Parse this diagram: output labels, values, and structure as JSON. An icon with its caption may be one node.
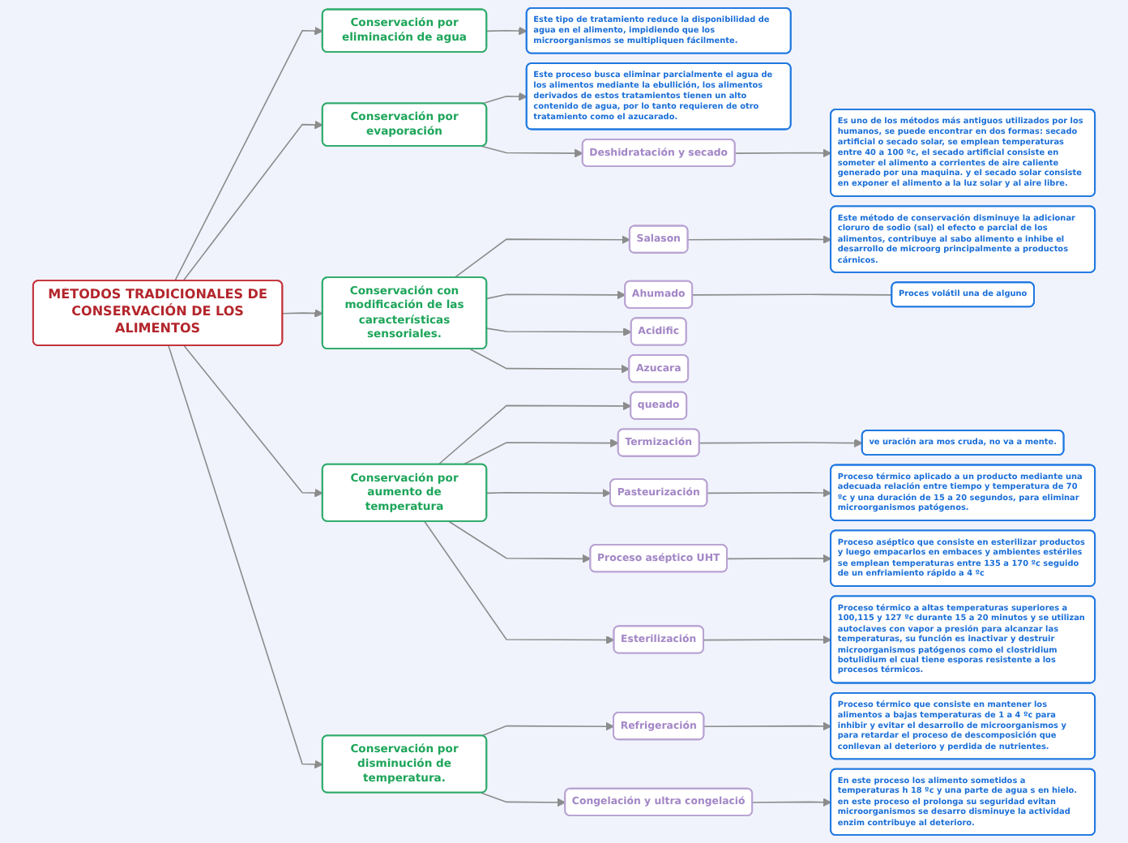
{
  "diagram": {
    "nodes": [
      {
        "text": [
          "MÉTODOS TRADICIONALES DE CONSERVACIÓN DE LOS ALIMENTOS"
        ]
      },
      {
        "text": [
          "Conservación por eliminación de agua"
        ]
      },
      {
        "text": [
          "Este tipo de tratamiento reduce la disponibilidad de agua en el alimento, impidiendo que los microorganismos se multipliquen fácilmente."
        ]
      },
      {
        "text": [
          "Conservación por evaporación"
        ]
      },
      {
        "text": [
          "Este proceso busca eliminar parcialmente el agua de los alimentos mediante la ebullición, los alimentos derivados de estos tratamientos tienen un alto contenido de agua, por lo tanto requieren de otro tratamiento como el azucarado."
        ]
      },
      {
        "text": [
          "Deshidratación y secado"
        ]
      },
      {
        "text": [
          "Es uno de los métodos más antiguos utilizados por los humanos, se puede encontrar en dos formas: secado artificial o secado solar, se emplean temperaturas entre 40 a 100 ºc, el secado artificial consiste en someter el alimento a corrientes de aire caliente generado por una maquina. y el secado solar consiste en exponer el alimento a la luz solar y al aire libre."
        ]
      },
      {
        "text": [
          "Conservación con modificación de las características sensoriales."
        ]
      },
      {
        "text": [
          "Salason"
        ]
      },
      {
        "text": [
          "Este método de conservación disminuye la adicionar cloruro de sodio (sal) el efecto e parcial de los alimentos, contribuye al sabo alimento e inhibe el desarrollo de microorg principalmente a productos cárnicos."
        ]
      },
      {
        "text": [
          "Ahumado"
        ]
      },
      {
        "text": [
          "Proces volátil una de alguno"
        ]
      },
      {
        "text": [
          "Acidific"
        ]
      },
      {
        "text": [
          "Azucara"
        ]
      },
      {
        "text": [
          "Conservación por aumento de temperatura"
        ]
      },
      {
        "text": [
          "queado"
        ]
      },
      {
        "text": [
          "Termización"
        ]
      },
      {
        "text": [
          "ve uración ara mos cruda, no va a mente."
        ]
      },
      {
        "text": [
          "Pasteurización"
        ]
      },
      {
        "text": [
          "Proceso térmico aplicado a un producto mediante una adecuada relación entre tiempo y temperatura de 70 ºc y una duración de 15 a 20 segundos, para eliminar microorganismos patógenos."
        ]
      },
      {
        "text": [
          "Proceso aséptico UHT"
        ]
      },
      {
        "text": [
          "Proceso aséptico que consiste en esterilizar productos y luego empacarlos en embaces y ambientes estériles se emplean temperaturas entre 135 a 170 ºc seguido de un enfriamiento rápido a 4 ºc"
        ]
      },
      {
        "text": [
          "Esterilización"
        ]
      },
      {
        "text": [
          "Proceso térmico a altas temperaturas superiores a 100,115 y 127 ºc durante 15 a 20 minutos y se utilizan autoclaves con vapor a presión para alcanzar las temperaturas, su función es inactivar y destruir microorganismos patógenos como el clostridium botulidium el cual tiene esporas resistente a los procesos térmicos."
        ]
      },
      {
        "text": [
          "Conservación por disminución de temperatura."
        ]
      },
      {
        "text": [
          "Refrigeración"
        ]
      },
      {
        "text": [
          "Proceso térmico que consiste en mantener los alimentos a bajas temperaturas de 1 a 4 ºc para inhibir y evitar el desarrollo de microorganismos y para retardar el proceso de descomposición que conllevan al deterioro y perdida de nutrientes."
        ]
      },
      {
        "text": [
          "Congelación y ultra congelació"
        ]
      },
      {
        "text": [
          "En este proceso los alimento sometidos a temperaturas h 18 ºc y una parte de agua s en hielo. en este proceso el prolonga su seguridad evitan microorganismos se desarro disminuye la actividad enzim contribuye al deterioro."
        ]
      }
    ],
    "edges": [
      {
        "from": 0,
        "to": 1,
        "arrow": "to"
      },
      {
        "from": 1,
        "to": 2,
        "arrow": "to"
      },
      {
        "from": 0,
        "to": 3,
        "arrow": "to"
      },
      {
        "from": 3,
        "to": 4,
        "arrow": "to"
      },
      {
        "from": 3,
        "to": 5,
        "arrow": "to"
      },
      {
        "from": 5,
        "to": 6,
        "arrow": "to"
      },
      {
        "from": 0,
        "to": 7,
        "arrow": "to"
      },
      {
        "from": 7,
        "to": 8,
        "arrow": "to"
      },
      {
        "from": 8,
        "to": 9,
        "arrow": "to"
      },
      {
        "from": 7,
        "to": 10,
        "arrow": "to"
      },
      {
        "from": 10,
        "to": 11,
        "arrow": "none"
      },
      {
        "from": 7,
        "to": 12,
        "arrow": "to"
      },
      {
        "from": 7,
        "to": 13,
        "arrow": "to"
      },
      {
        "from": 0,
        "to": 14,
        "arrow": "to"
      },
      {
        "from": 14,
        "to": 15,
        "arrow": "to"
      },
      {
        "from": 14,
        "to": 16,
        "arrow": "to"
      },
      {
        "from": 16,
        "to": 17,
        "arrow": "to"
      },
      {
        "from": 14,
        "to": 18,
        "arrow": "to"
      },
      {
        "from": 18,
        "to": 19,
        "arrow": "to"
      },
      {
        "from": 14,
        "to": 20,
        "arrow": "to"
      },
      {
        "from": 20,
        "to": 21,
        "arrow": "to"
      },
      {
        "from": 14,
        "to": 22,
        "arrow": "to"
      },
      {
        "from": 22,
        "to": 23,
        "arrow": "to"
      },
      {
        "from": 0,
        "to": 24,
        "arrow": "to"
      },
      {
        "from": 24,
        "to": 25,
        "arrow": "to"
      },
      {
        "from": 25,
        "to": 26,
        "arrow": "to"
      },
      {
        "from": 24,
        "to": 27,
        "arrow": "to"
      },
      {
        "from": 27,
        "to": 28,
        "arrow": "to"
      }
    ]
  }
}
